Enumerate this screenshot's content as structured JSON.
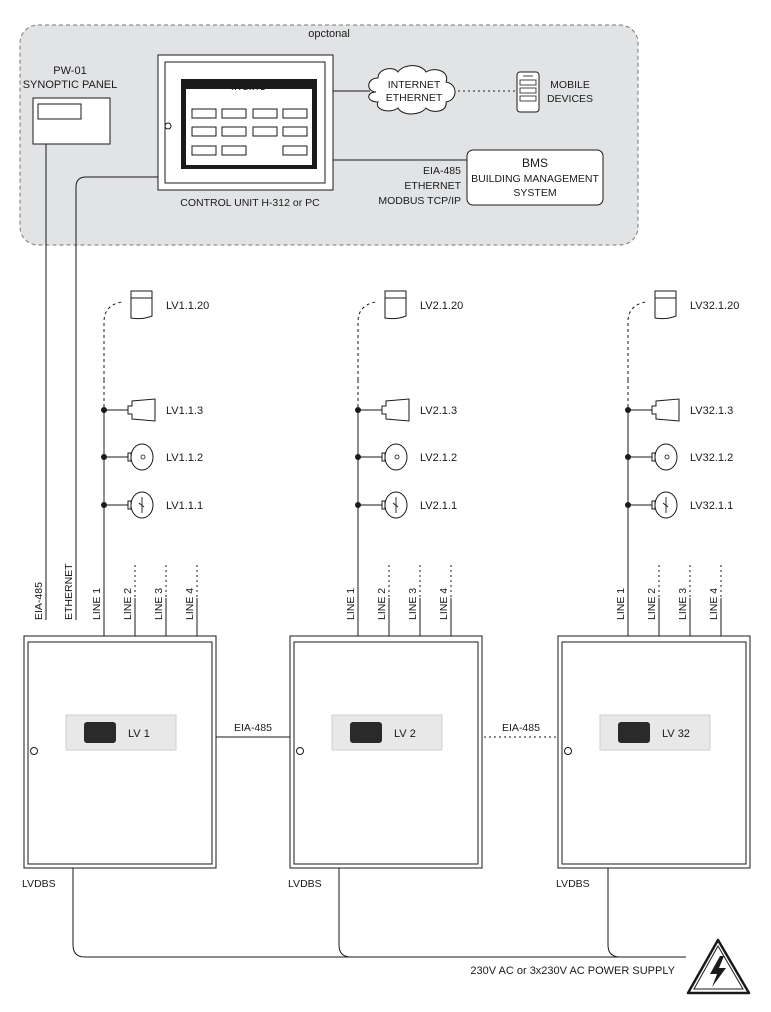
{
  "optional_label": "opctonal",
  "synoptic_panel": {
    "line1": "PW-01",
    "line2": "SYNOPTIC PANEL"
  },
  "control_unit": {
    "brand": "HYBRYD",
    "caption": "CONTROL UNIT H-312 or PC"
  },
  "internet": {
    "line1": "INTERNET",
    "line2": "ETHERNET"
  },
  "mobile": {
    "line1": "MOBILE",
    "line2": "DEVICES"
  },
  "bms_link": {
    "line1": "EIA-485",
    "line2": "ETHERNET",
    "line3": "MODBUS TCP/IP"
  },
  "bms": {
    "title": "BMS",
    "line1": "BUILDING MANAGEMENT",
    "line2": "SYSTEM"
  },
  "columns": [
    {
      "lamps": [
        "LV1.1.20",
        "LV1.1.3",
        "LV1.1.2",
        "LV1.1.1"
      ],
      "lines": [
        "LINE 1",
        "LINE 2",
        "LINE 3",
        "LINE 4"
      ],
      "cabinet": "LV 1",
      "lvdbs": "LVDBS"
    },
    {
      "lamps": [
        "LV2.1.20",
        "LV2.1.3",
        "LV2.1.2",
        "LV2.1.1"
      ],
      "lines": [
        "LINE 1",
        "LINE 2",
        "LINE 3",
        "LINE 4"
      ],
      "cabinet": "LV 2",
      "lvdbs": "LVDBS"
    },
    {
      "lamps": [
        "LV32.1.20",
        "LV32.1.3",
        "LV32.1.2",
        "LV32.1.1"
      ],
      "lines": [
        "LINE 1",
        "LINE 2",
        "LINE 3",
        "LINE 4"
      ],
      "cabinet": "LV 32",
      "lvdbs": "LVDBS"
    }
  ],
  "bus_labels": {
    "eia485_left": "EIA-485",
    "ethernet_left": "ETHERNET"
  },
  "links": [
    "EIA-485",
    "EIA-485"
  ],
  "power_supply": "230V AC or 3x230V AC POWER SUPPLY",
  "icons": [
    "exit-sign-icon",
    "wall-lamp-icon",
    "round-lamp-icon",
    "round-arrow-lamp-icon",
    "high-voltage-icon",
    "cloud-icon",
    "mobile-device-icon"
  ]
}
